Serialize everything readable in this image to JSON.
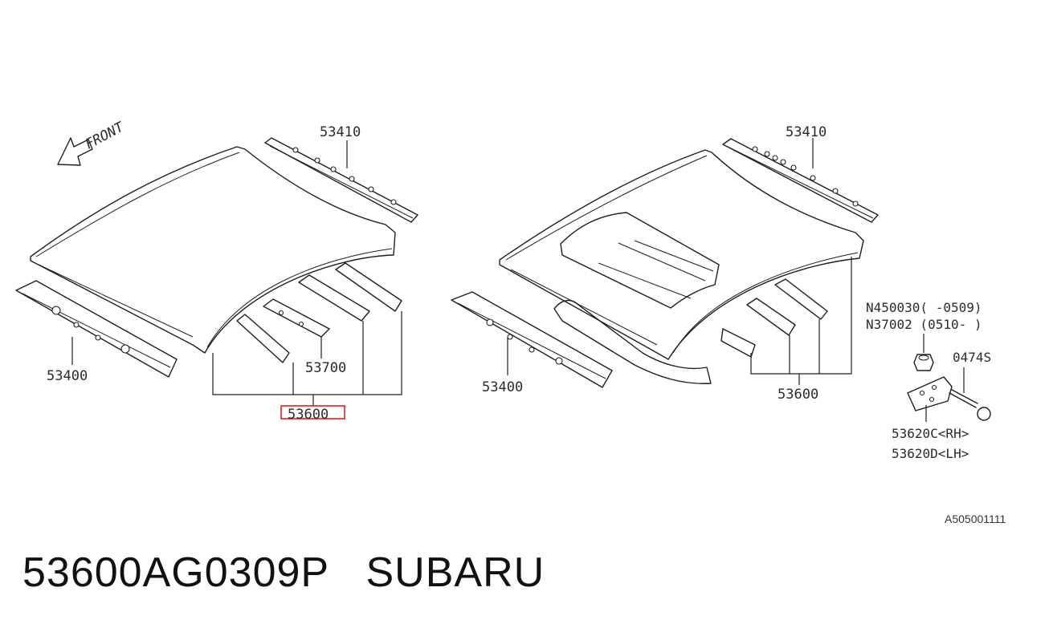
{
  "diagram": {
    "front_label": "FRONT",
    "left_view": {
      "rear_rail": "53410",
      "front_rail": "53400",
      "bow": "53700",
      "roof_panel": "53600"
    },
    "right_view": {
      "rear_rail": "53410",
      "front_rail": "53400",
      "roof_panel": "53600"
    },
    "parts_detail": {
      "nut_1": "N450030(  -0509)",
      "nut_2": "N37002 (0510-  )",
      "bolt": "0474S",
      "bracket_rh": "53620C<RH>",
      "bracket_lh": "53620D<LH>"
    },
    "diagram_id": "A505001111",
    "highlight_color": "#e02020"
  },
  "caption": {
    "part_number": "53600AG0309P",
    "brand": "SUBARU"
  }
}
